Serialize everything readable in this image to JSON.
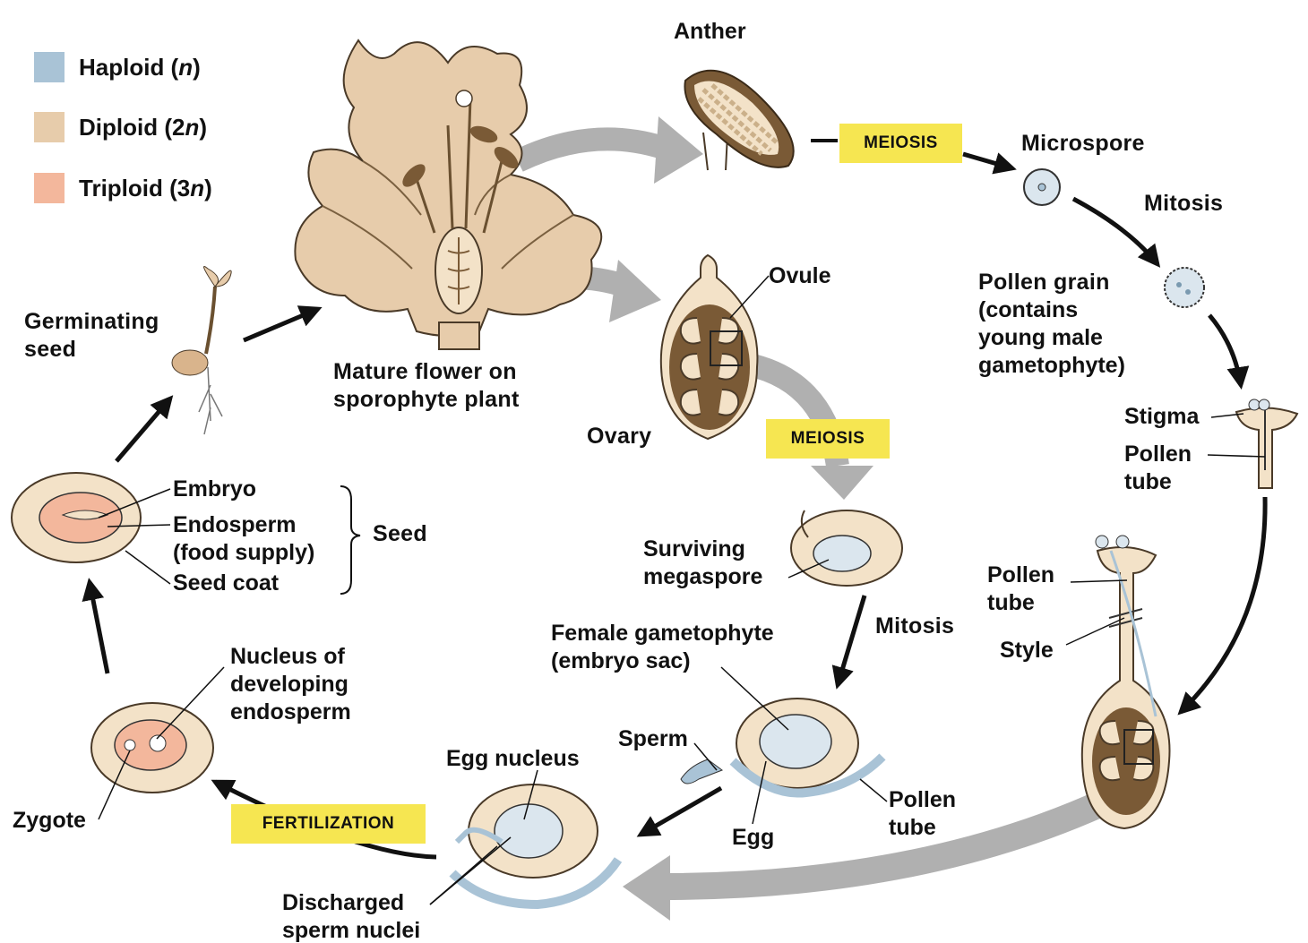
{
  "colors": {
    "haploid": "#a9c3d6",
    "diploid": "#e7ccab",
    "triploid": "#f3b79c",
    "stage_label": "#f6e651",
    "arrow_gray": "#b0b0b0",
    "seed_tan": "#d9b48c",
    "ovule_brown": "#7a5a36"
  },
  "legend": [
    {
      "pre": "Haploid (",
      "ploidy": "n",
      "post": ")",
      "color_key": "haploid"
    },
    {
      "pre": "Diploid (2",
      "ploidy": "n",
      "post": ")",
      "color_key": "diploid"
    },
    {
      "pre": "Triploid (3",
      "ploidy": "n",
      "post": ")",
      "color_key": "triploid"
    }
  ],
  "stages": {
    "meiosis_top": "MEIOSIS",
    "meiosis_mid": "MEIOSIS",
    "fertilization": "FERTILIZATION"
  },
  "labels": {
    "anther": "Anther",
    "microspore": "Microspore",
    "mitosis_top": "Mitosis",
    "pollen_grain": "Pollen grain",
    "pollen_grain_desc": [
      "(contains",
      "young male",
      "gametophyte)"
    ],
    "stigma": "Stigma",
    "pollen_tube_a": [
      "Pollen",
      "tube"
    ],
    "pollen_tube_b": [
      "Pollen",
      "tube"
    ],
    "style": "Style",
    "ovule": "Ovule",
    "ovary": "Ovary",
    "mature_flower": [
      "Mature flower on",
      "sporophyte plant"
    ],
    "germinating_seed": [
      "Germinating",
      "seed"
    ],
    "embryo": "Embryo",
    "endosperm": [
      "Endosperm",
      "(food supply)"
    ],
    "seed_coat": "Seed coat",
    "seed": "Seed",
    "surviving_megaspore": [
      "Surviving",
      "megaspore"
    ],
    "mitosis_mid": "Mitosis",
    "female_gametophyte": [
      "Female gametophyte",
      "(embryo sac)"
    ],
    "sperm": "Sperm",
    "egg": "Egg",
    "pollen_tube_c": [
      "Pollen",
      "tube"
    ],
    "egg_nucleus": "Egg nucleus",
    "discharged_sperm": [
      "Discharged",
      "sperm nuclei"
    ],
    "nucleus_endosperm": [
      "Nucleus of",
      "developing",
      "endosperm"
    ],
    "zygote": "Zygote"
  }
}
